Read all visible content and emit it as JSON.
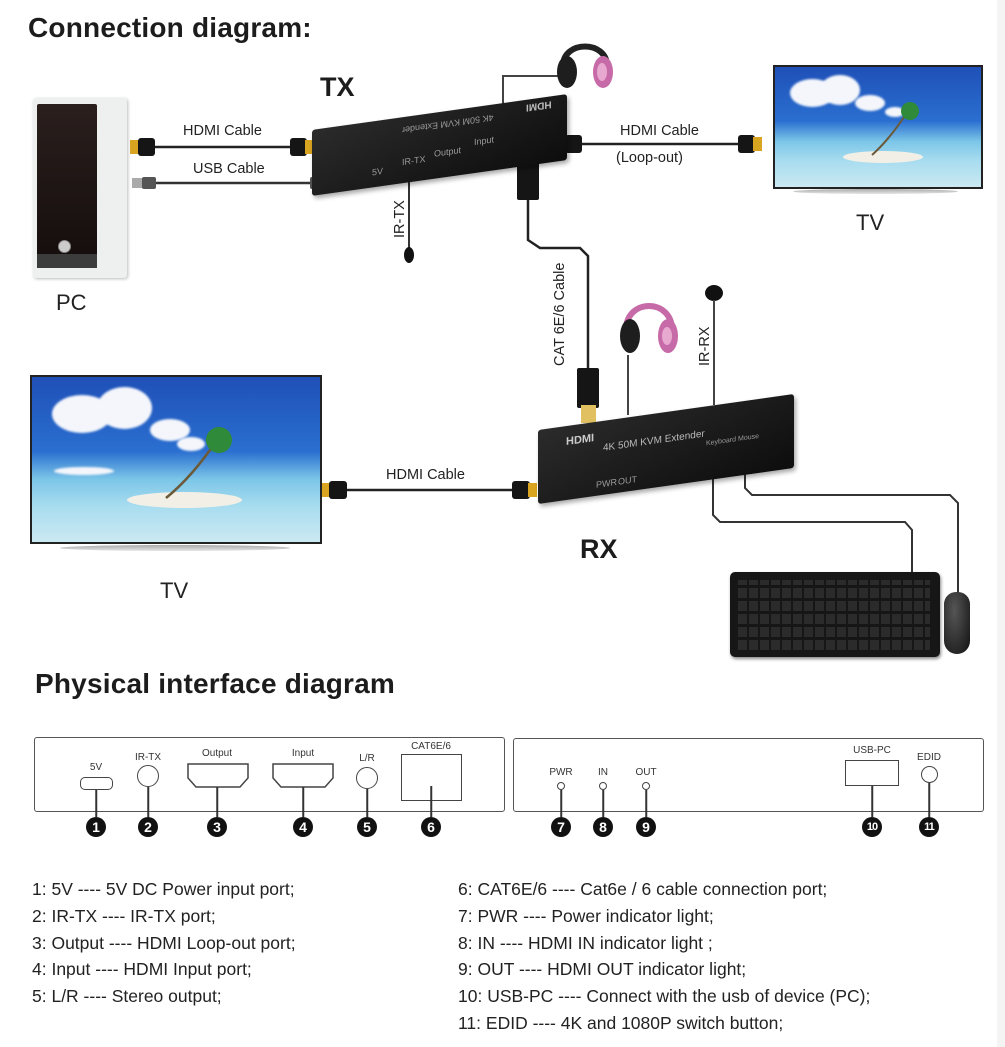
{
  "connection": {
    "title": "Connection diagram:",
    "tx_label": "TX",
    "rx_label": "RX",
    "tx_device_text": "4K 50M KVM Extender",
    "rx_device_text": "4K 50M KVM Extender",
    "rx_device_logo": "HDMI",
    "tx_device_logo": "HDMI",
    "tx_port_labels": [
      "5V",
      "IR-TX",
      "Output",
      "Input"
    ],
    "rx_port_labels": [
      "PWR",
      "OUT",
      "Keyboard",
      "Mouse"
    ],
    "pc_label": "PC",
    "tv_top_label": "TV",
    "tv_bottom_label": "TV",
    "cables": {
      "pc_hdmi": "HDMI Cable",
      "pc_usb": "USB Cable",
      "loop_hdmi": "HDMI Cable",
      "loop_note": "(Loop-out)",
      "cat": "CAT 6E/6 Cable",
      "rx_hdmi": "HDMI Cable",
      "ir_tx": "IR-TX",
      "ir_rx": "IR-RX"
    }
  },
  "interface": {
    "title": "Physical interface diagram",
    "tx_panel": [
      {
        "num": "1",
        "label": "5V"
      },
      {
        "num": "2",
        "label": "IR-TX"
      },
      {
        "num": "3",
        "label": "Output"
      },
      {
        "num": "4",
        "label": "Input"
      },
      {
        "num": "5",
        "label": "L/R"
      },
      {
        "num": "6",
        "label": "CAT6E/6"
      }
    ],
    "rx_panel": [
      {
        "num": "7",
        "label": "PWR"
      },
      {
        "num": "8",
        "label": "IN"
      },
      {
        "num": "9",
        "label": "OUT"
      },
      {
        "num": "10",
        "label": "USB-PC"
      },
      {
        "num": "11",
        "label": "EDID"
      }
    ]
  },
  "legend": {
    "left": [
      "1:  5V ---- 5V DC Power input port;",
      "2:  IR-TX ---- IR-TX port;",
      "3:  Output ---- HDMI Loop-out port;",
      "4:  Input ---- HDMI Input port;",
      "5:  L/R ---- Stereo output;"
    ],
    "right": [
      "6:  CAT6E/6 ---- Cat6e / 6 cable connection port;",
      "7:  PWR ---- Power indicator light;",
      "8:  IN ---- HDMI IN indicator light ;",
      "9:  OUT ---- HDMI OUT indicator light;",
      "10:  USB-PC ---- Connect with the usb of device (PC);",
      "11:  EDID ---- 4K and 1080P switch button;"
    ]
  }
}
